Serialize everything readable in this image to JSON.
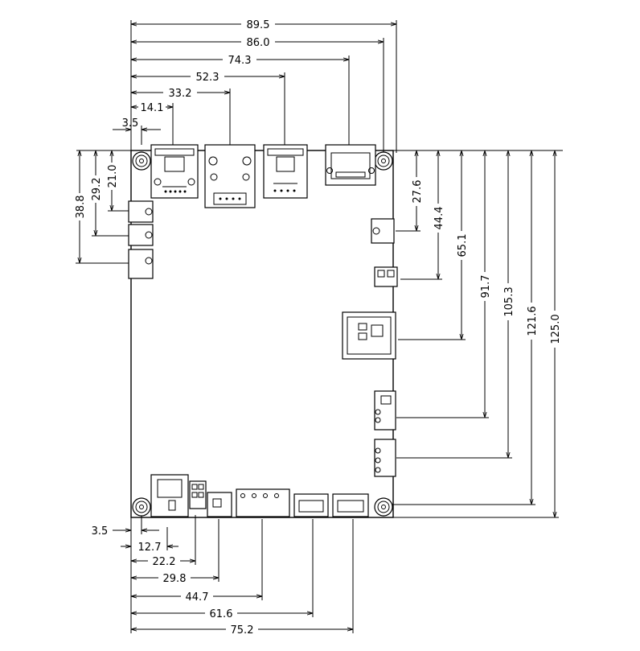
{
  "top_dims": [
    "89.5",
    "86.0",
    "74.3",
    "52.3",
    "33.2",
    "14.1",
    "3.5"
  ],
  "left_dims": [
    "38.8",
    "29.2",
    "21.0"
  ],
  "right_dims": [
    "27.6",
    "44.4",
    "65.1",
    "91.7",
    "105.3",
    "121.6",
    "125.0"
  ],
  "bottom_dims": [
    "3.5",
    "12.7",
    "22.2",
    "29.8",
    "44.7",
    "61.6",
    "75.2"
  ]
}
